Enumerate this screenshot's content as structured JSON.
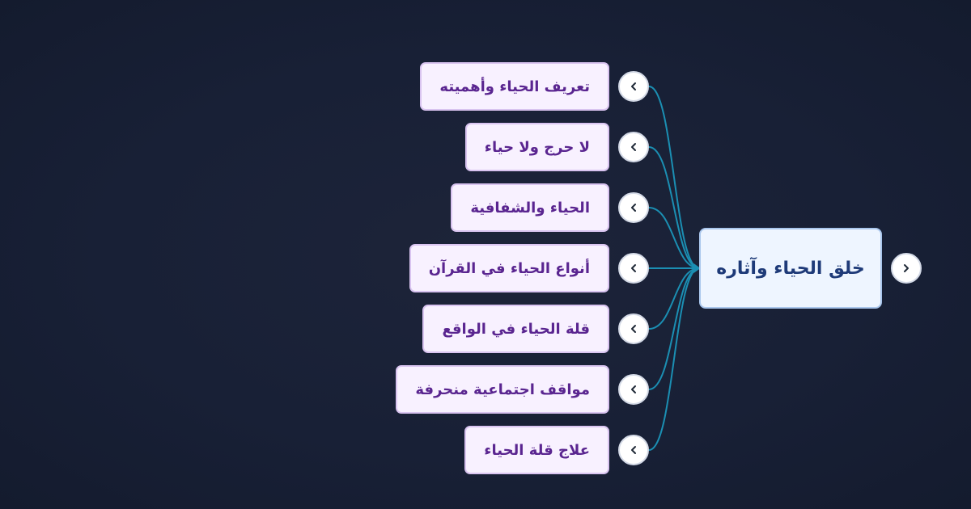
{
  "mindmap": {
    "root": {
      "label": "خلق الحياء وآثاره",
      "toggle_icon": "chevron-right-icon"
    },
    "children": [
      {
        "label": "تعريف الحياء وأهميته",
        "toggle_icon": "chevron-left-icon"
      },
      {
        "label": "لا حرج ولا حياء",
        "toggle_icon": "chevron-left-icon"
      },
      {
        "label": "الحياء والشفافية",
        "toggle_icon": "chevron-left-icon"
      },
      {
        "label": "أنواع الحياء في القرآن",
        "toggle_icon": "chevron-left-icon"
      },
      {
        "label": "قلة الحياء في الواقع",
        "toggle_icon": "chevron-left-icon"
      },
      {
        "label": "مواقف اجتماعية منحرفة",
        "toggle_icon": "chevron-left-icon"
      },
      {
        "label": "علاج قلة الحياء",
        "toggle_icon": "chevron-left-icon"
      }
    ],
    "colors": {
      "background": "#182036",
      "connector": "#1b8fb3",
      "root_fill": "#eef5ff",
      "root_text": "#1e3a78",
      "child_fill": "#f8f1ff",
      "child_text": "#5a2590"
    }
  }
}
